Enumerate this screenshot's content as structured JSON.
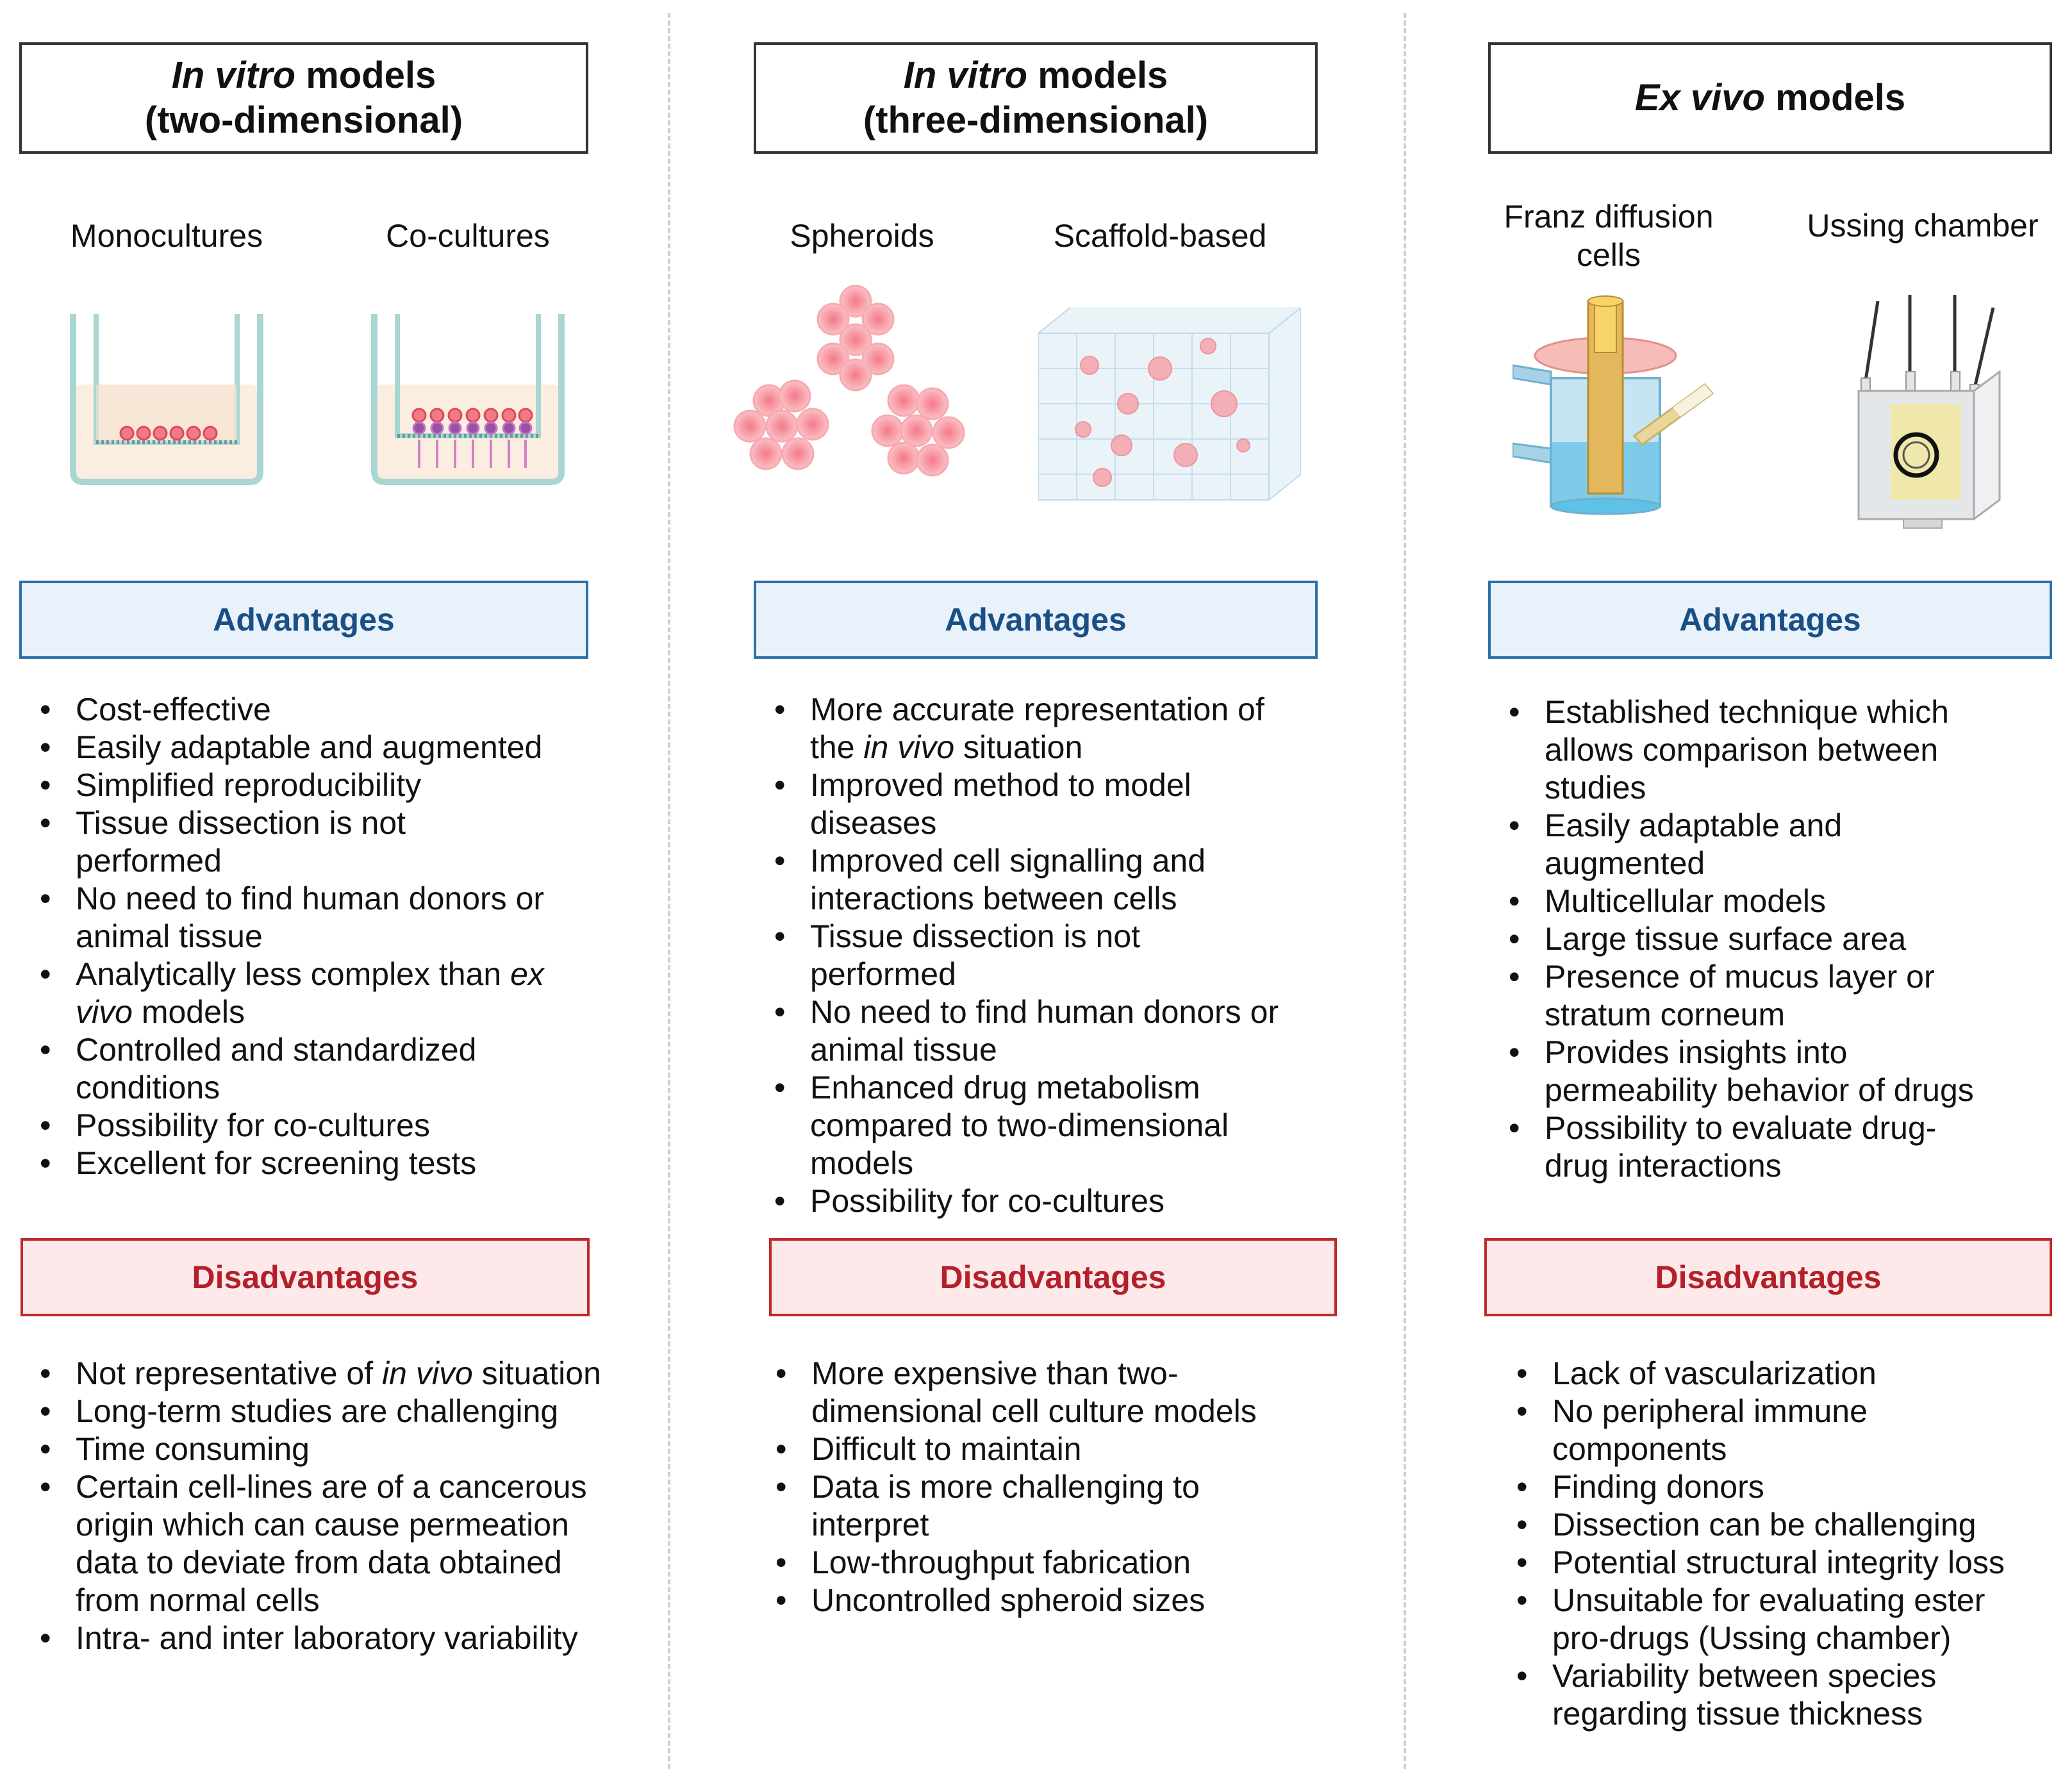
{
  "columns": [
    {
      "title_italic": "In vitro",
      "title_rest": " models",
      "title_line2": "(two-dimensional)",
      "subtitles": [
        "Monocultures",
        "Co-cultures"
      ],
      "advantages_label": "Advantages",
      "advantages": [
        "Cost-effective",
        "Easily adaptable and augmented",
        "Simplified reproducibility",
        "Tissue dissection is not performed",
        "No need to find human donors or animal tissue",
        "Analytically less complex than ex vivo models",
        "Controlled and standardized conditions",
        "Possibility for co-cultures",
        "Excellent for screening tests"
      ],
      "disadvantages_label": "Disadvantages",
      "disadvantages": [
        "Not representative of in vivo situation",
        "Long-term studies are challenging",
        "Time consuming",
        "Certain cell-lines are of a cancerous origin which can cause permeation data to deviate from data obtained from normal cells",
        "Intra- and inter laboratory variability"
      ]
    },
    {
      "title_italic": "In vitro",
      "title_rest": " models",
      "title_line2": "(three-dimensional)",
      "subtitles": [
        "Spheroids",
        "Scaffold-based"
      ],
      "advantages_label": "Advantages",
      "advantages": [
        "More accurate representation of the in vivo situation",
        "Improved method to model diseases",
        "Improved cell signalling and interactions between cells",
        "Tissue dissection is not performed",
        "No need to find human donors or animal tissue",
        "Enhanced drug metabolism compared to two-dimensional models",
        "Possibility for co-cultures"
      ],
      "disadvantages_label": "Disadvantages",
      "disadvantages": [
        "More expensive than two-dimensional cell culture models",
        "Difficult to maintain",
        "Data is more challenging to interpret",
        "Low-throughput fabrication",
        "Uncontrolled spheroid sizes"
      ]
    },
    {
      "title_italic": "Ex vivo",
      "title_rest": " models",
      "title_line2": "",
      "subtitles": [
        "Franz diffusion cells",
        "Ussing chamber"
      ],
      "advantages_label": "Advantages",
      "advantages": [
        "Established technique which allows comparison between studies",
        "Easily adaptable and augmented",
        "Multicellular models",
        "Large tissue surface area",
        "Presence of mucus layer or stratum corneum",
        "Provides insights into permeability behavior of drugs",
        "Possibility to evaluate drug-drug interactions"
      ],
      "disadvantages_label": "Disadvantages",
      "disadvantages": [
        "Lack of vascularization",
        "No peripheral immune components",
        "Finding donors",
        "Dissection can be challenging",
        "Potential structural integrity loss",
        "Unsuitable for evaluating ester pro-drugs (Ussing chamber)",
        "Variability between species regarding tissue thickness"
      ]
    }
  ],
  "colors": {
    "advantage_border": "#2e6fa8",
    "advantage_fill": "#e9f2fb",
    "disadvantage_border": "#c0282b",
    "disadvantage_fill": "#fde9e9",
    "cell_pink": "#f07a86"
  }
}
